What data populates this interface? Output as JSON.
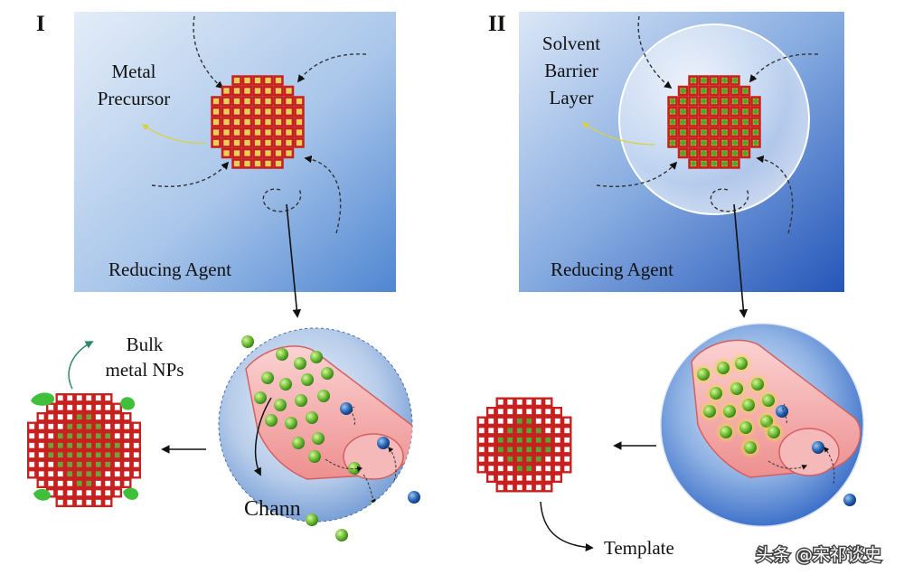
{
  "panel_I": {
    "numeral": "I",
    "precursor_line1": "Metal",
    "precursor_line2": "Precursor",
    "reducing": "Reducing Agent",
    "bulk_line1": "Bulk",
    "bulk_line2": "metal NPs",
    "channel": "Chann"
  },
  "panel_II": {
    "numeral": "II",
    "barrier_line1": "Solvent",
    "barrier_line2": "Barrier",
    "barrier_line3": "Layer",
    "reducing": "Reducing Agent",
    "template": "Template"
  },
  "watermark": "头条 @宋祁谈史",
  "colors": {
    "framework_red": "#c8201e",
    "pore_yellow": "#e6cf5a",
    "np_green": "#4caa2a",
    "reductant_blue": "#1d5fa6",
    "channel_pink": "#f4a6a6"
  }
}
